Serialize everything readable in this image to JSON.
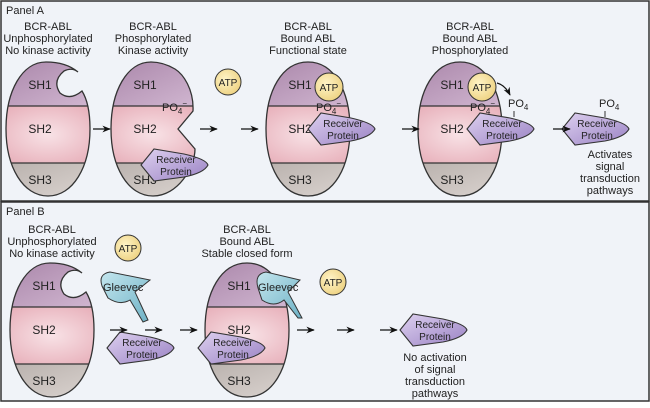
{
  "panel_a": {
    "title": "Panel A",
    "states": [
      {
        "lines": [
          "BCR-ABL",
          "Unphosphorylated",
          "No kinase activity"
        ]
      },
      {
        "lines": [
          "BCR-ABL",
          "Phosphorylated",
          "Kinase activity"
        ]
      },
      {
        "lines": [
          "BCR-ABL",
          "Bound ABL",
          "Functional state"
        ]
      },
      {
        "lines": [
          "BCR-ABL",
          "Bound ABL",
          "Phosphorylated"
        ]
      }
    ],
    "outcome": [
      "Activates",
      "signal",
      "transduction",
      "pathways"
    ]
  },
  "panel_b": {
    "title": "Panel B",
    "states": [
      {
        "lines": [
          "BCR-ABL",
          "Unphosphorylated",
          "No kinase activity"
        ]
      },
      {
        "lines": [
          "BCR-ABL",
          "Bound ABL",
          "Stable closed form"
        ]
      }
    ],
    "outcome": [
      "No activation",
      "of signal",
      "transduction",
      "pathways"
    ]
  },
  "labels": {
    "sh1": "SH1",
    "sh2": "SH2",
    "sh3": "SH3",
    "atp": "ATP",
    "po4": "PO",
    "po4_sub": "4",
    "minus": "−",
    "receiver_1": "Receiver",
    "receiver_2": "Protein",
    "gleevec": "Gleevec"
  },
  "colors": {
    "sh1": "#b895b8",
    "sh2": "#f0c4cc",
    "sh3": "#cbc3c0",
    "atp": "#f7df96",
    "receiver": "#b8a6d8",
    "gleevec": "#8cc8d8",
    "background": "#f0f3f8"
  }
}
